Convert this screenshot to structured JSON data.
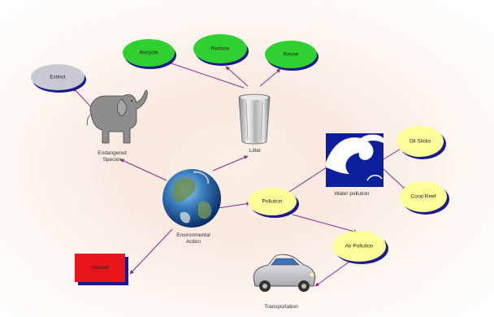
{
  "colors": {
    "green_node": "#2fd02f",
    "yellow_node": "#ffff99",
    "gray_node": "#c9c9d4",
    "red_box": "#e8151b",
    "connector": "#8a2b86",
    "node_border": "#1a1a8c"
  },
  "nodes": {
    "recycle": "Recycle",
    "reduce": "Reduce",
    "reuse": "Reuse",
    "extinct": "Extinct",
    "oil_slicks": "Oil Slicks",
    "coral_reef": "Coral Reef",
    "pollution": "Pollution",
    "air_pollution": "Air Pollution",
    "hazard": "Hazard"
  },
  "captions": {
    "endangered_species": [
      "Endangered",
      "Species"
    ],
    "litter": "Litter",
    "water_pollution": "Water pollution",
    "environmental_action": [
      "Environmental",
      "Action"
    ],
    "transportation": "Transportation"
  },
  "icons": {
    "elephant": "elephant-icon",
    "trash_can": "trash-can-icon",
    "earth": "earth-globe-icon",
    "water_wave": "ocean-wave-icon",
    "car": "car-icon"
  }
}
